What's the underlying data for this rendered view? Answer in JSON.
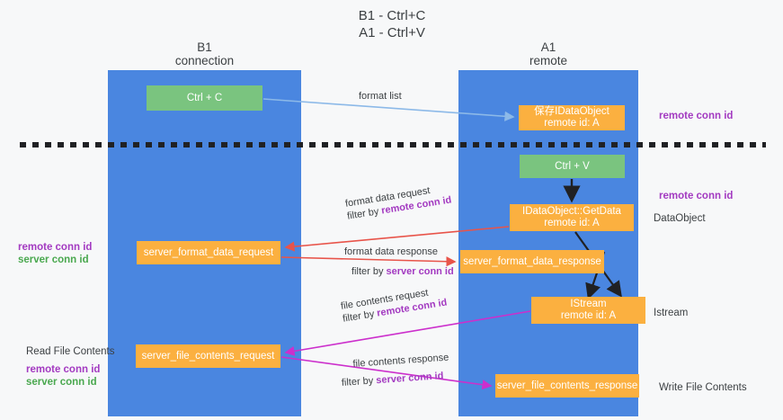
{
  "header": {
    "title_line1": "B1 - Ctrl+C",
    "title_line2": "A1 - Ctrl+V"
  },
  "lanes": [
    {
      "id": "b1",
      "title_line1": "B1",
      "title_line2": "connection",
      "color": "#4a86e0"
    },
    {
      "id": "a1",
      "title_line1": "A1",
      "title_line2": "remote",
      "color": "#4a86e0"
    }
  ],
  "colors": {
    "lane_blue": "#4a86e0",
    "green_box": "#7ac47f",
    "orange_box": "#fbb040",
    "purple_text": "#a33ac1",
    "green_text": "#4aa84f",
    "red_arrow": "#e8544a",
    "magenta_arrow": "#cc2fcc",
    "light_blue_arrow": "#8cb9e8",
    "black_arrow": "#202124",
    "background": "#f7f8f9"
  },
  "boxes": {
    "ctrl_c": {
      "label": "Ctrl + C",
      "type": "green"
    },
    "idataobject": {
      "line1": "保存IDataObject",
      "line2": "remote id: A",
      "type": "orange"
    },
    "ctrl_v": {
      "label": "Ctrl + V",
      "type": "green"
    },
    "getdata": {
      "line1": "IDataObject::GetData",
      "line2": "remote id: A",
      "type": "orange"
    },
    "server_format_data_request": {
      "label": "server_format_data_request",
      "type": "orange"
    },
    "server_format_data_response": {
      "label": "server_format_data_response",
      "type": "orange"
    },
    "istream": {
      "line1": "IStream",
      "line2": "remote id: A",
      "type": "orange"
    },
    "server_file_contents_request": {
      "label": "server_file_contents_request",
      "type": "orange"
    },
    "server_file_contents_response": {
      "label": "server_file_contents_response",
      "type": "orange"
    }
  },
  "right_annotations": {
    "remote_conn_id_top": "remote conn id",
    "remote_conn_id_mid": "remote conn id",
    "dataobject": "DataObject",
    "istream": "Istream",
    "write_file_contents": "Write File Contents"
  },
  "left_annotations": {
    "remote_conn_id_1": "remote conn id",
    "server_conn_id_1": "server conn id",
    "read_file_contents": "Read File Contents",
    "remote_conn_id_2": "remote conn id",
    "server_conn_id_2": "server conn id"
  },
  "edge_labels": {
    "format_list": "format list",
    "format_data_request": "format data request",
    "format_data_request_filter_prefix": "filter by ",
    "format_data_request_filter_key": "remote conn id",
    "format_data_response": "format data response",
    "format_data_response_filter_prefix": "filter by ",
    "format_data_response_filter_key": "server conn id",
    "file_contents_request": "file contents request",
    "file_contents_request_filter_prefix": "filter by ",
    "file_contents_request_filter_key": "remote conn id",
    "file_contents_response": "file contents response",
    "file_contents_response_filter_prefix": "filter by ",
    "file_contents_response_filter_key": "server conn id"
  },
  "divider": {
    "style": "dashed",
    "color": "#202124"
  }
}
